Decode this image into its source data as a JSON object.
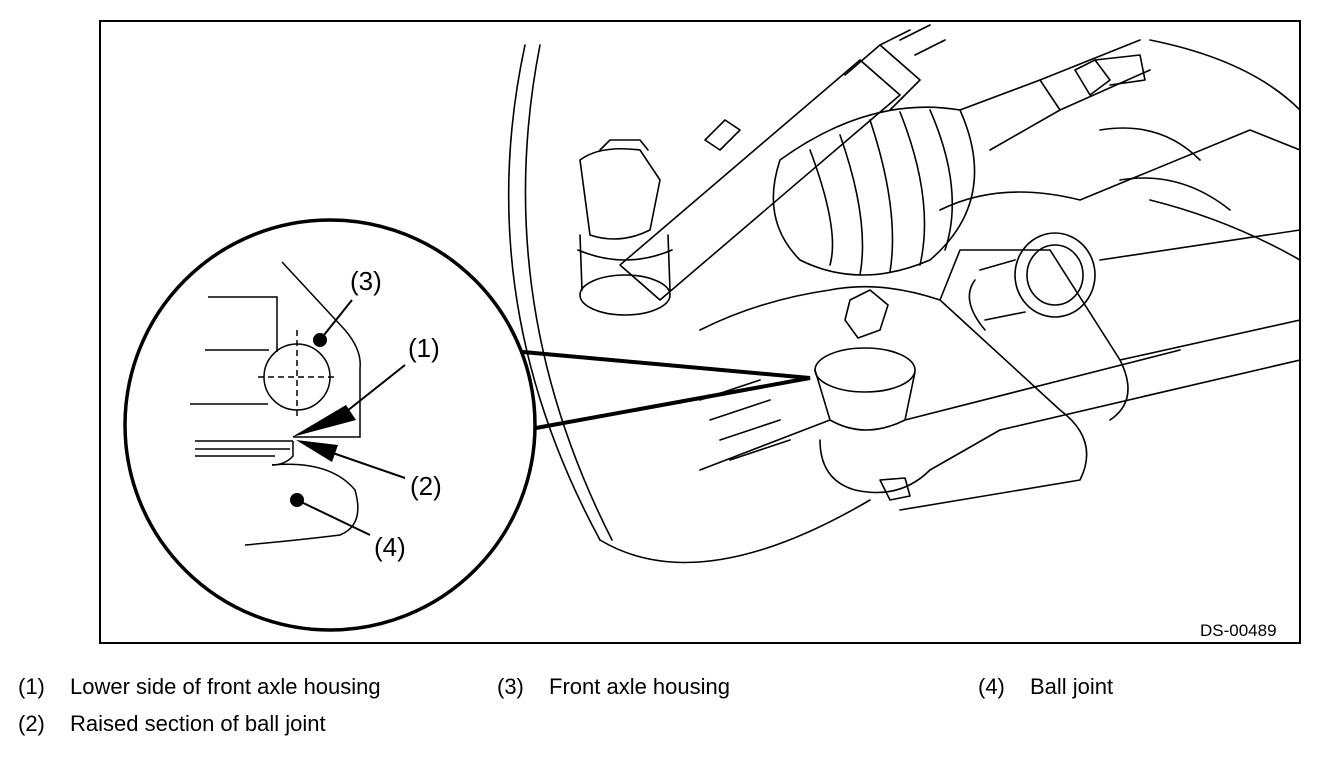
{
  "figure": {
    "id": "DS-00489",
    "callouts": [
      "(1)",
      "(2)",
      "(3)",
      "(4)"
    ]
  },
  "legend": [
    {
      "num": "(1)",
      "text": "Lower side of front axle housing"
    },
    {
      "num": "(2)",
      "text": "Raised section of ball joint"
    },
    {
      "num": "(3)",
      "text": "Front axle housing"
    },
    {
      "num": "(4)",
      "text": "Ball joint"
    }
  ]
}
